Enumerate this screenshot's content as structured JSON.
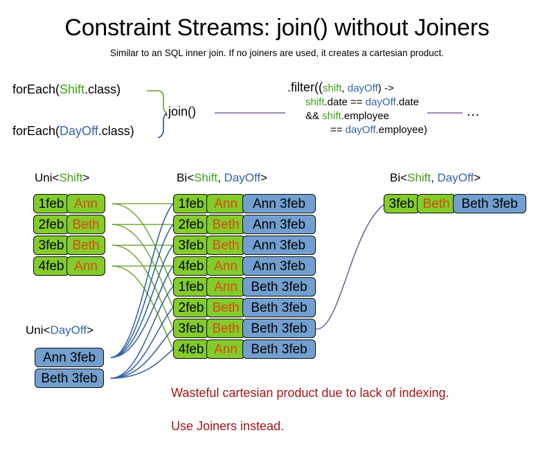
{
  "slide": {
    "title": "Constraint Streams: join() without Joiners",
    "subtitle": "Similar to an SQL inner join. If no joiners are used, it creates a cartesian product.",
    "background_color": "#ffffff"
  },
  "colors": {
    "shift_green_text": "#3fa017",
    "dayoff_blue_text": "#3465a4",
    "employee_orange": "#d94913",
    "box_green": "#83cc2b",
    "box_blue": "#729fcf",
    "edge_green": "#73a839",
    "edge_blue": "#3465a4",
    "edge_purple": "#7b5ea7",
    "warning_red": "#a11616",
    "outline": "#0c0c0c"
  },
  "pipeline": {
    "for_each_shift": {
      "prefix": "forEach(",
      "type": "Shift",
      "suffix": ".class)"
    },
    "for_each_dayoff": {
      "prefix": "forEach(",
      "type": "DayOff",
      "suffix": ".class)"
    },
    "join_label": ".join()",
    "filter": {
      "line1_prefix": ".filter((",
      "line1_param1": "shift",
      "line1_comma": ", ",
      "line1_param2": "dayOff",
      "line1_suffix": ") ->",
      "line2_a": "shift",
      "line2_b": ".date == ",
      "line2_c": "dayOff",
      "line2_d": ".date",
      "line3_a": "&& ",
      "line3_b": "shift",
      "line3_c": ".employee",
      "line4_a": "== ",
      "line4_b": "dayOff",
      "line4_c": ".employee)"
    },
    "ellipsis": "…"
  },
  "streams": {
    "uni_shift": {
      "header_prefix": "Uni<",
      "header_type": "Shift",
      "header_suffix": ">",
      "rows": [
        {
          "date": "1feb",
          "employee": "Ann"
        },
        {
          "date": "2feb",
          "employee": "Beth"
        },
        {
          "date": "3feb",
          "employee": "Beth"
        },
        {
          "date": "4feb",
          "employee": "Ann"
        }
      ]
    },
    "uni_dayoff": {
      "header_prefix": "Uni<",
      "header_type": "DayOff",
      "header_suffix": ">",
      "rows": [
        {
          "pair": "Ann 3feb"
        },
        {
          "pair": "Beth 3feb"
        }
      ]
    },
    "bi_cartesian": {
      "header_prefix": "Bi<",
      "header_type1": "Shift",
      "header_comma": ", ",
      "header_type2": "DayOff",
      "header_suffix": ">",
      "rows": [
        {
          "date": "1feb",
          "employee": "Ann",
          "pair": "Ann 3feb"
        },
        {
          "date": "2feb",
          "employee": "Beth",
          "pair": "Ann 3feb"
        },
        {
          "date": "3feb",
          "employee": "Beth",
          "pair": "Ann 3feb"
        },
        {
          "date": "4feb",
          "employee": "Ann",
          "pair": "Ann 3feb"
        },
        {
          "date": "1feb",
          "employee": "Ann",
          "pair": "Beth 3feb"
        },
        {
          "date": "2feb",
          "employee": "Beth",
          "pair": "Beth 3feb"
        },
        {
          "date": "3feb",
          "employee": "Beth",
          "pair": "Beth 3feb"
        },
        {
          "date": "4feb",
          "employee": "Ann",
          "pair": "Beth 3feb"
        }
      ]
    },
    "bi_filtered": {
      "header_prefix": "Bi<",
      "header_type1": "Shift",
      "header_comma": ", ",
      "header_type2": "DayOff",
      "header_suffix": ">",
      "rows": [
        {
          "date": "3feb",
          "employee": "Beth",
          "pair": "Beth 3feb"
        }
      ]
    }
  },
  "warning": {
    "line1": "Wasteful cartesian product due to lack of indexing.",
    "line2": "Use Joiners instead."
  }
}
